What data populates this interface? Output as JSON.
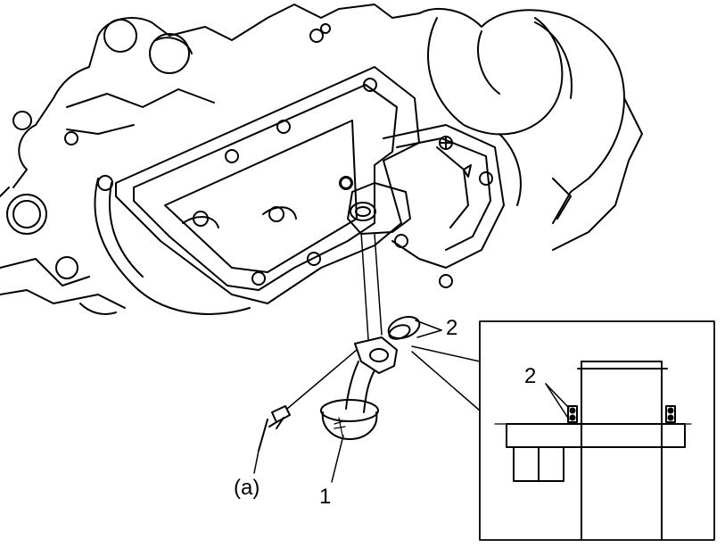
{
  "callouts": {
    "part_strainer": "1",
    "part_oring_main": "2",
    "part_oring_detail": "2",
    "bolt_ref": "(a)"
  },
  "colors": {
    "line": "#000000",
    "background": "#ffffff"
  }
}
